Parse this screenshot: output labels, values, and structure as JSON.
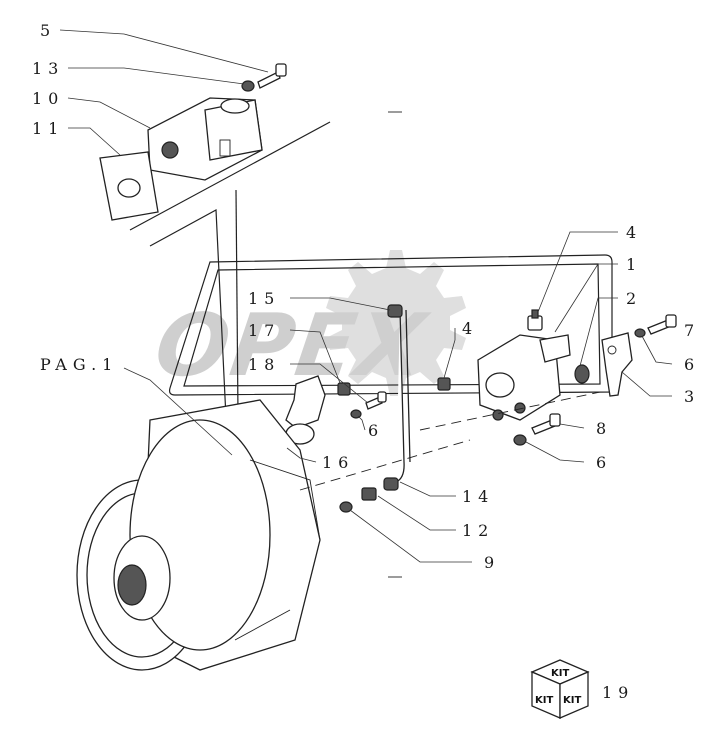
{
  "watermark": {
    "text": "OPEX"
  },
  "callouts": {
    "c5": "5",
    "c13": "13",
    "c10": "10",
    "c11": "11",
    "c4a": "4",
    "c1": "1",
    "c2": "2",
    "c15": "15",
    "c4b": "4",
    "c17": "17",
    "c18": "18",
    "c7": "7",
    "c6a": "6",
    "c3": "3",
    "pag": "PAG.1",
    "c6b": "6",
    "c8": "8",
    "c16": "16",
    "c6c": "6",
    "c14": "14",
    "c12": "12",
    "c9": "9",
    "c19": "19"
  },
  "kit_icon": {
    "top": "KIT",
    "left": "KIT",
    "right": "KIT"
  }
}
